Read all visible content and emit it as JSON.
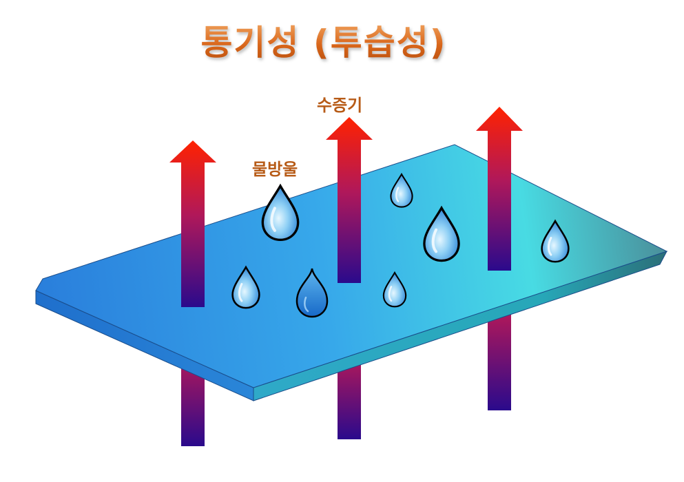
{
  "title": "통기성 (투습성)",
  "labels": {
    "water_droplets": "물방울",
    "water_vapor": "수증기"
  },
  "colors": {
    "title": "#d9661a",
    "label": "#b75b17",
    "arrow_top": "#ff2200",
    "arrow_mid": "#b0185a",
    "arrow_bottom": "#2a0a8c",
    "membrane_blue": "#2f8fe0",
    "membrane_cyan": "#46d8e2",
    "droplet": "#46a6e6"
  },
  "icons": {
    "arrow": "vapor-arrow-icon",
    "droplet": "water-droplet-icon"
  }
}
